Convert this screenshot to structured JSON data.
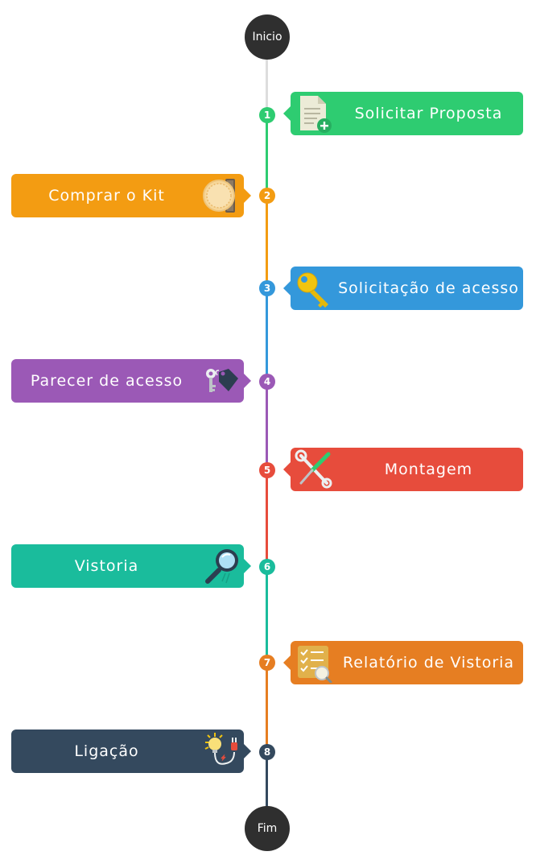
{
  "start_label": "Inicio",
  "end_label": "Fim",
  "steps": [
    {
      "number": "1",
      "label": "Solicitar Proposta",
      "color": "#2ecc71",
      "icon": "document-add-icon"
    },
    {
      "number": "2",
      "label": "Comprar o Kit",
      "color": "#f39c12",
      "icon": "coin-stack-icon"
    },
    {
      "number": "3",
      "label": "Solicitação de acesso",
      "color": "#3498db",
      "icon": "key-icon"
    },
    {
      "number": "4",
      "label": "Parecer de acesso",
      "color": "#9b59b6",
      "icon": "key-tag-icon"
    },
    {
      "number": "5",
      "label": "Montagem",
      "color": "#e74c3c",
      "icon": "tools-icon"
    },
    {
      "number": "6",
      "label": "Vistoria",
      "color": "#1abc9c",
      "icon": "magnifier-icon"
    },
    {
      "number": "7",
      "label": "Relatório de Vistoria",
      "color": "#e67e22",
      "icon": "checklist-search-icon"
    },
    {
      "number": "8",
      "label": "Ligação",
      "color": "#34495e",
      "icon": "bulb-plug-icon"
    }
  ]
}
